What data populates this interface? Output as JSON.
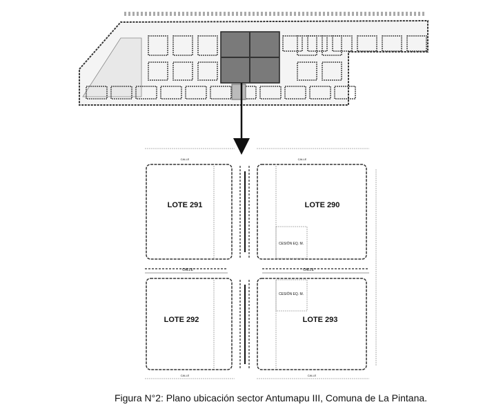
{
  "figure": {
    "caption": "Figura N°2: Plano ubicación sector Antumapu III, Comuna de La Pintana.",
    "lots": [
      {
        "name": "LOTE 291"
      },
      {
        "name": "LOTE 290"
      },
      {
        "name": "LOTE 292"
      },
      {
        "name": "LOTE 293"
      }
    ],
    "cession_label": "CESIÓN EQ. M.",
    "street_label": "CALLE"
  }
}
